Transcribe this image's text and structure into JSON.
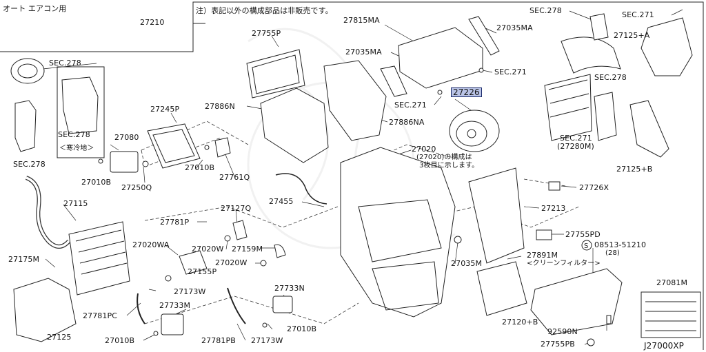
{
  "header": {
    "title": "オート エアコン用",
    "note": "注）表記以外の構成部品は非販売です。",
    "drawing_code": "J27000XP"
  },
  "highlighted_part": "27226",
  "parts": {
    "p27210": "27210",
    "sec278_a": "SEC.278",
    "sec278_b": "SEC.278",
    "sec278_b_sub": "＜寒冷地＞",
    "sec278_c": "SEC.278",
    "sec278_d": "SEC.278",
    "sec278_e": "SEC.278",
    "sec271_a": "SEC.271",
    "sec271_b": "SEC.271",
    "sec271_c": "SEC.271",
    "sec271_d": "SEC.271",
    "sec271_d_sub": "(27280M)",
    "p27755P": "27755P",
    "p27815MA": "27815MA",
    "p27035MA_top": "27035MA",
    "p27035MA_mid": "27035MA",
    "p27125A": "27125+A",
    "p27245P": "27245P",
    "p27886N": "27886N",
    "p27886NA": "27886NA",
    "p27226": "27226",
    "p27080": "27080",
    "p27010B_a": "27010B",
    "p27010B_b": "27010B",
    "p27010B_c": "27010B",
    "p27010B_d": "27010B",
    "p27250Q": "27250Q",
    "p27761Q": "27761Q",
    "p27020": "27020",
    "p27020_note1": "(27020)の構成は",
    "p27020_note2": "3枚目に示します。",
    "p27125B": "27125+B",
    "p27726X": "27726X",
    "p27455": "27455",
    "p27213": "27213",
    "p27115": "27115",
    "p27127Q": "27127Q",
    "p27781P": "27781P",
    "p27755PD": "27755PD",
    "p08513": "08513-51210",
    "p08513_qty": "(28)",
    "p27020WA": "27020WA",
    "p27020W_a": "27020W",
    "p27020W_b": "27020W",
    "p27159M": "27159M",
    "p27891M": "27891M",
    "p27891M_sub": "<クリーンフィルター>",
    "p27175M": "27175M",
    "p27155P": "27155P",
    "p27035M": "27035M",
    "p27081M": "27081M",
    "p27173W_a": "27173W",
    "p27173W_b": "27173W",
    "p27733N": "27733N",
    "p27733M": "27733M",
    "p27781PC": "27781PC",
    "p27120B": "27120+B",
    "p92590N": "92590N",
    "p27125": "27125",
    "p27781PB": "27781PB",
    "p27755PB": "27755PB"
  }
}
